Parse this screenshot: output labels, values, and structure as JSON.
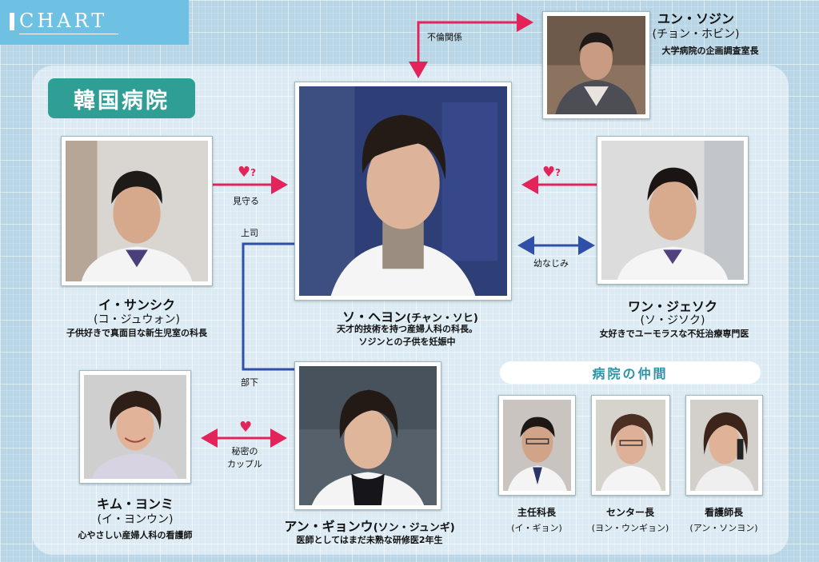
{
  "header": {
    "title": "CHART"
  },
  "hospital_label": "韓国病院",
  "colleagues_label": "病院の仲間",
  "colors": {
    "pink": "#e3245a",
    "blue": "#2f4fa8",
    "teal": "#2f9f96",
    "header": "#6fc1e3"
  },
  "characters": {
    "yun": {
      "name": "ユン・ソジン",
      "actor": "(チョン・ホビン)",
      "desc": "大学病院の企画調査室長"
    },
    "lee": {
      "name": "イ・サンシク",
      "actor": "(コ・ジュウォン)",
      "desc": "子供好きで真面目な新生児室の科長"
    },
    "so": {
      "name": "ソ・ヘヨン",
      "actor": "(チャン・ソヒ)",
      "desc1": "天才的技術を持つ産婦人科の科長。",
      "desc2": "ソジンとの子供を妊娠中"
    },
    "wang": {
      "name": "ワン・ジェソク",
      "actor": "(ソ・ジソク)",
      "desc": "女好きでユーモラスな不妊治療専門医"
    },
    "kim": {
      "name": "キム・ヨンミ",
      "actor": "(イ・ヨンウン)",
      "desc": "心やさしい産婦人科の看護師"
    },
    "an": {
      "name": "アン・ギョンウ",
      "actor": "(ソン・ジュンギ)",
      "desc": "医師としてはまだ未熟な研修医2年生"
    }
  },
  "colleagues": [
    {
      "title": "主任科長",
      "actor": "(イ・ギョン)"
    },
    {
      "title": "センター長",
      "actor": "(ヨン・ウンギョン)"
    },
    {
      "title": "看護師長",
      "actor": "(アン・ソンヨン)"
    }
  ],
  "relations": {
    "affair": "不倫関係",
    "watch": "見守る",
    "boss": "上司",
    "subordinate": "部下",
    "childhood": "幼なじみ",
    "secret_1": "秘密の",
    "secret_2": "カップル",
    "heart": "♥",
    "question": "?"
  }
}
